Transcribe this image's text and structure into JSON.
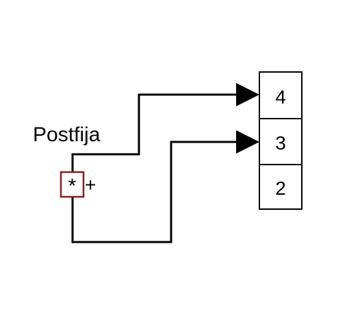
{
  "diagram": {
    "title": "Postfija",
    "expression": {
      "current_symbol": "*",
      "next_symbol": "+"
    },
    "stack": {
      "cells": [
        "4",
        "3",
        "2"
      ]
    },
    "colors": {
      "stroke": "#000000",
      "current_box": "#8b1a1a",
      "background": "#ffffff"
    }
  }
}
